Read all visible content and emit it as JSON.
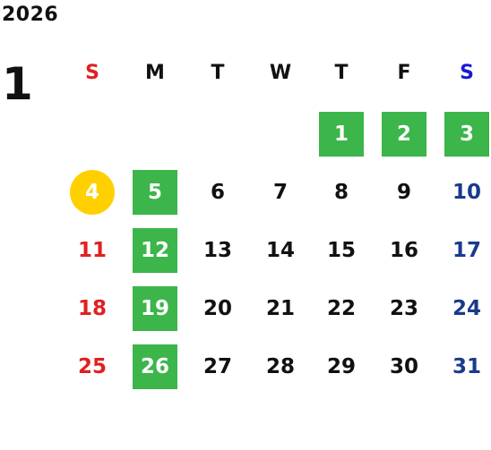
{
  "header": {
    "year": "2026",
    "month": "1"
  },
  "colors": {
    "text": "#111111",
    "sunday": "#e02020",
    "saturday": "#1a3a8c",
    "saturday_header": "#1a1ad6",
    "holiday_bg": "#3cb54a",
    "today_bg": "#ffd000"
  },
  "weekdays": [
    {
      "label": "S",
      "kind": "sun"
    },
    {
      "label": "M",
      "kind": "weekday"
    },
    {
      "label": "T",
      "kind": "weekday"
    },
    {
      "label": "W",
      "kind": "weekday"
    },
    {
      "label": "T",
      "kind": "weekday"
    },
    {
      "label": "F",
      "kind": "weekday"
    },
    {
      "label": "S",
      "kind": "sat"
    }
  ],
  "weeks": [
    [
      null,
      null,
      null,
      null,
      {
        "day": "1",
        "mark": "holiday"
      },
      {
        "day": "2",
        "mark": "holiday"
      },
      {
        "day": "3",
        "mark": "holiday"
      }
    ],
    [
      {
        "day": "4",
        "mark": "today"
      },
      {
        "day": "5",
        "mark": "holiday"
      },
      {
        "day": "6"
      },
      {
        "day": "7"
      },
      {
        "day": "8"
      },
      {
        "day": "9"
      },
      {
        "day": "10"
      }
    ],
    [
      {
        "day": "11"
      },
      {
        "day": "12",
        "mark": "holiday"
      },
      {
        "day": "13"
      },
      {
        "day": "14"
      },
      {
        "day": "15"
      },
      {
        "day": "16"
      },
      {
        "day": "17"
      }
    ],
    [
      {
        "day": "18"
      },
      {
        "day": "19",
        "mark": "holiday"
      },
      {
        "day": "20"
      },
      {
        "day": "21"
      },
      {
        "day": "22"
      },
      {
        "day": "23"
      },
      {
        "day": "24"
      }
    ],
    [
      {
        "day": "25"
      },
      {
        "day": "26",
        "mark": "holiday"
      },
      {
        "day": "27"
      },
      {
        "day": "28"
      },
      {
        "day": "29"
      },
      {
        "day": "30"
      },
      {
        "day": "31"
      }
    ]
  ]
}
